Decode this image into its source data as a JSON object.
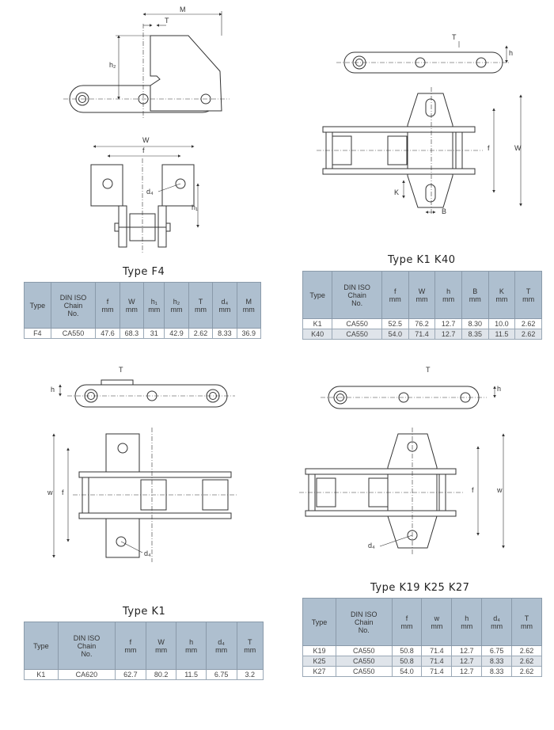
{
  "f4": {
    "title": "Type F4",
    "headers": [
      [
        "Type"
      ],
      [
        "DIN ISO",
        "Chain",
        "No."
      ],
      [
        "f",
        "mm"
      ],
      [
        "W",
        "mm"
      ],
      [
        "h₁",
        "mm"
      ],
      [
        "h₂",
        "mm"
      ],
      [
        "T",
        "mm"
      ],
      [
        "d₄",
        "mm"
      ],
      [
        "M",
        "mm"
      ]
    ],
    "rows": [
      [
        "F4",
        "CA550",
        "47.6",
        "68.3",
        "31",
        "42.9",
        "2.62",
        "8.33",
        "36.9"
      ]
    ]
  },
  "k1k40": {
    "title": "Type K1 K40",
    "headers": [
      [
        "Type"
      ],
      [
        "DIN ISO",
        "Chain",
        "No."
      ],
      [
        "f",
        "mm"
      ],
      [
        "W",
        "mm"
      ],
      [
        "h",
        "mm"
      ],
      [
        "B",
        "mm"
      ],
      [
        "K",
        "mm"
      ],
      [
        "T",
        "mm"
      ]
    ],
    "rows": [
      [
        "K1",
        "CA550",
        "52.5",
        "76.2",
        "12.7",
        "8.30",
        "10.0",
        "2.62"
      ],
      [
        "K40",
        "CA550",
        "54.0",
        "71.4",
        "12.7",
        "8.35",
        "11.5",
        "2.62"
      ]
    ]
  },
  "k1": {
    "title": "Type K1",
    "headers": [
      [
        "Type"
      ],
      [
        "DIN ISO",
        "Chain",
        "No."
      ],
      [
        "f",
        "mm"
      ],
      [
        "W",
        "mm"
      ],
      [
        "h",
        "mm"
      ],
      [
        "d₄",
        "mm"
      ],
      [
        "T",
        "mm"
      ]
    ],
    "rows": [
      [
        "K1",
        "CA620",
        "62.7",
        "80.2",
        "11.5",
        "6.75",
        "3.2"
      ]
    ]
  },
  "k19": {
    "title": "Type K19 K25 K27",
    "headers": [
      [
        "Type"
      ],
      [
        "DIN ISO",
        "Chain",
        "No."
      ],
      [
        "f",
        "mm"
      ],
      [
        "w",
        "mm"
      ],
      [
        "h",
        "mm"
      ],
      [
        "d₄",
        "mm"
      ],
      [
        "T",
        "mm"
      ]
    ],
    "rows": [
      [
        "K19",
        "CA550",
        "50.8",
        "71.4",
        "12.7",
        "6.75",
        "2.62"
      ],
      [
        "K25",
        "CA550",
        "50.8",
        "71.4",
        "12.7",
        "8.33",
        "2.62"
      ],
      [
        "K27",
        "CA550",
        "54.0",
        "71.4",
        "12.7",
        "8.33",
        "2.62"
      ]
    ]
  },
  "labels": {
    "M": "M",
    "T": "T",
    "h2": "h₂",
    "W": "W",
    "f": "f",
    "d4": "d₄",
    "h1": "h₁",
    "h": "h",
    "w": "w",
    "K": "K",
    "B": "B"
  }
}
